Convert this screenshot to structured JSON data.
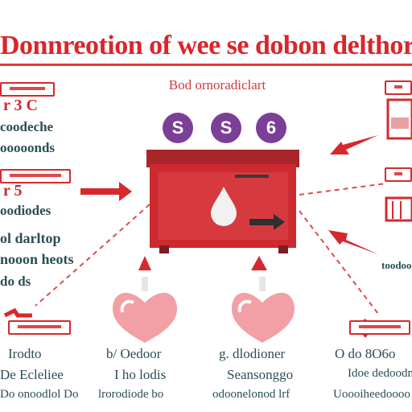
{
  "title": "Donnreotion of wee se dobon delthorr",
  "subtitle": "Bod ornoradiclart",
  "badges": [
    "S",
    "S",
    "6"
  ],
  "left_labels": [
    {
      "line1": "r 3 C",
      "line2": "coodeche",
      "line3": "ooooonds"
    },
    {
      "line1": "r 5",
      "line2": "oodiodes",
      "line3": ""
    },
    {
      "line1": "ol darltop",
      "line2": "nooon heots",
      "line3": "do ds"
    }
  ],
  "bottom_captions": [
    {
      "l1": "Irodto",
      "l2": "De Ecleliee",
      "l3": "Do onoodlol Do"
    },
    {
      "l1": "b/ Oedoor",
      "l2": "I ho lodis",
      "l3": "lrorodiode bo"
    },
    {
      "l1": "g. dlodioner",
      "l2": "Seansonggo",
      "l3": "odoonelonod lrf"
    },
    {
      "l1": "O do 8O6o",
      "l2": "Idoe dedoodn",
      "l3": "Uoooiheedoooo"
    }
  ],
  "right_label": "toodooolee",
  "colors": {
    "accent": "#d9262b",
    "badge": "#7b3f98",
    "box": "#cc2a2f",
    "text": "#2b4d55"
  }
}
